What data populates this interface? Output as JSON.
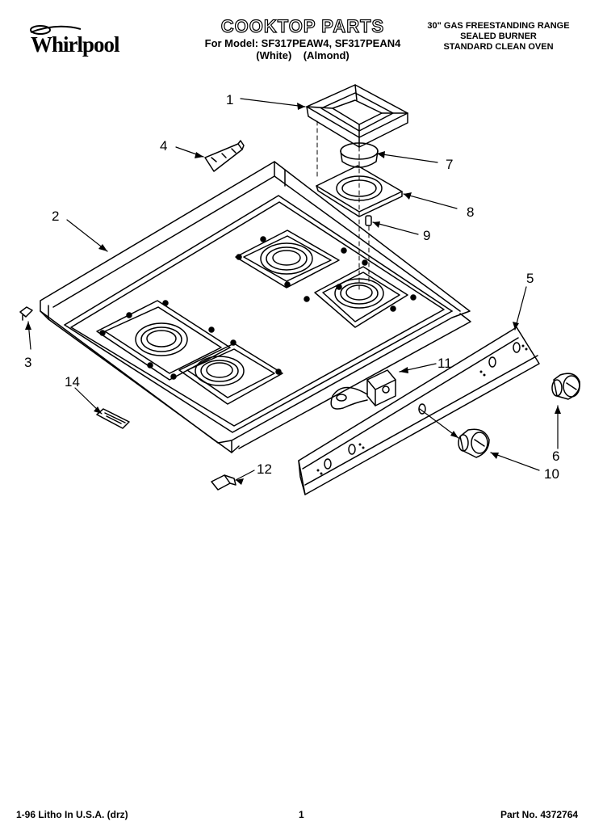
{
  "header": {
    "brand": "Whirlpool",
    "title": "COOKTOP PARTS",
    "model_line": "For Model: SF317PEAW4, SF317PEAN4",
    "color_line": "(White)    (Almond)",
    "product_lines": [
      "30\" GAS FREESTANDING RANGE",
      "SEALED BURNER",
      "STANDARD CLEAN OVEN"
    ]
  },
  "callouts": [
    "1",
    "2",
    "3",
    "4",
    "5",
    "6",
    "7",
    "8",
    "9",
    "10",
    "11",
    "12",
    "14"
  ],
  "footer": {
    "litho": "1-96 Litho In U.S.A. (drz)",
    "page": "1",
    "part_no": "Part No. 4372764"
  }
}
